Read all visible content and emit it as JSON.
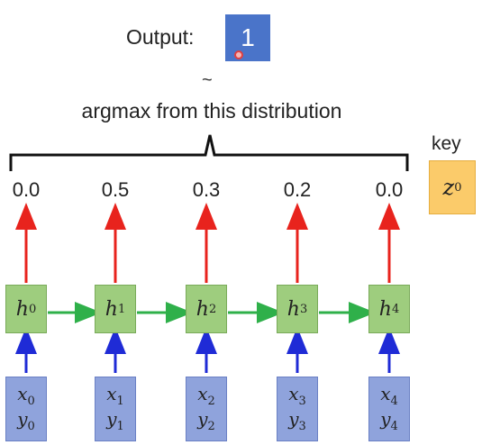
{
  "output": {
    "label": "Output:",
    "value": "1"
  },
  "tilde": "~",
  "caption": "argmax from this distribution",
  "key": {
    "label": "key",
    "var": "z",
    "sup": "0"
  },
  "probabilities": [
    "0.0",
    "0.5",
    "0.3",
    "0.2",
    "0.0"
  ],
  "hidden": [
    {
      "var": "h",
      "sup": "0"
    },
    {
      "var": "h",
      "sup": "1"
    },
    {
      "var": "h",
      "sup": "2"
    },
    {
      "var": "h",
      "sup": "3"
    },
    {
      "var": "h",
      "sup": "4"
    }
  ],
  "inputs": [
    {
      "x": "x",
      "y": "y",
      "sub": "0"
    },
    {
      "x": "x",
      "y": "y",
      "sub": "1"
    },
    {
      "x": "x",
      "y": "y",
      "sub": "2"
    },
    {
      "x": "x",
      "y": "y",
      "sub": "3"
    },
    {
      "x": "x",
      "y": "y",
      "sub": "4"
    }
  ],
  "colors": {
    "output_arrow": "#e8231d",
    "input_arrow": "#1f2bd6",
    "recurrent_arrow": "#2fb04a",
    "hidden_fill": "#9ecd7e",
    "input_fill": "#8fa3dc",
    "key_fill": "#fbcb6a",
    "output_fill": "#4a74c9"
  }
}
